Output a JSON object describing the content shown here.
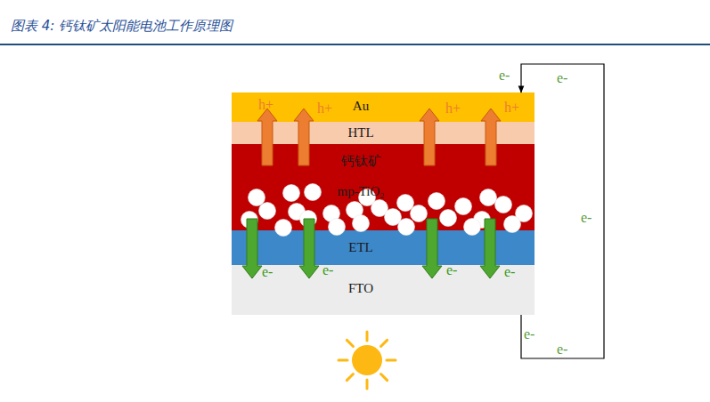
{
  "diagram": {
    "title": "图表 4: 钙钛矿太阳能电池工作原理图",
    "nodes": [
      {
        "text": [
          "Au"
        ]
      },
      {
        "text": [
          "HTL"
        ]
      },
      {
        "text": [
          "钙钛矿"
        ]
      },
      {
        "text": [
          "mp-TiO₂"
        ],
        "in": 2
      },
      {
        "text": [
          "ETL"
        ]
      },
      {
        "text": [
          "FTO"
        ]
      }
    ],
    "edges": [
      {
        "from": 5,
        "to": 0,
        "arrow": "to"
      }
    ],
    "labels": [
      "h+",
      "h+",
      "h+",
      "h+",
      "e-",
      "e-",
      "e-",
      "e-",
      "e-",
      "e-",
      "e-",
      "e-",
      "e-"
    ]
  }
}
